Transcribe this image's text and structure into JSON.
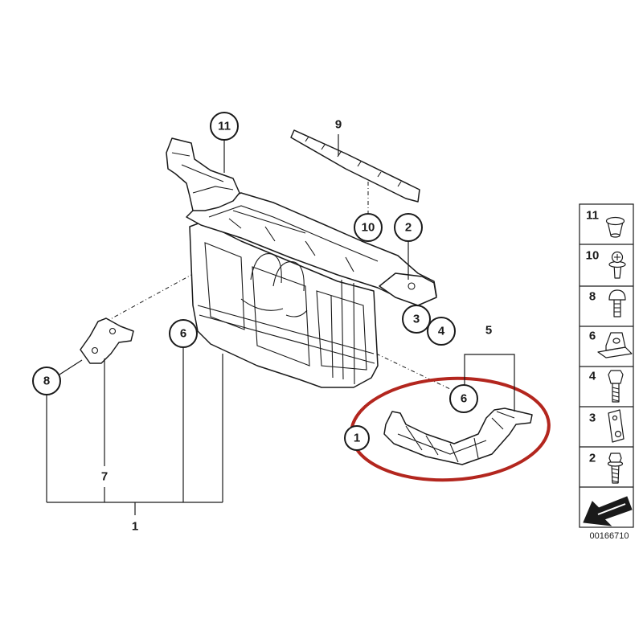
{
  "callouts": {
    "c11": "11",
    "c9": "9",
    "c10": "10",
    "c2": "2",
    "c3": "3",
    "c4": "4",
    "c5": "5",
    "c6_right": "6",
    "c1_right": "1",
    "c6_left": "6",
    "c8": "8",
    "c7": "7",
    "c1_bottom": "1"
  },
  "legend": {
    "items": [
      {
        "label": "11",
        "icon": "clip-nut-icon"
      },
      {
        "label": "10",
        "icon": "expanding-rivet-icon"
      },
      {
        "label": "8",
        "icon": "plastic-rivet-icon"
      },
      {
        "label": "6",
        "icon": "spring-nut-icon"
      },
      {
        "label": "4",
        "icon": "hex-bolt-icon"
      },
      {
        "label": "3",
        "icon": "bracket-plate-icon"
      },
      {
        "label": "2",
        "icon": "hex-bolt-washer-icon"
      }
    ],
    "footer_icon": "direction-arrow-icon"
  },
  "drawing_number": "00166710",
  "colors": {
    "highlight": "#b3261e",
    "line": "#1a1a1a",
    "background": "#ffffff"
  }
}
